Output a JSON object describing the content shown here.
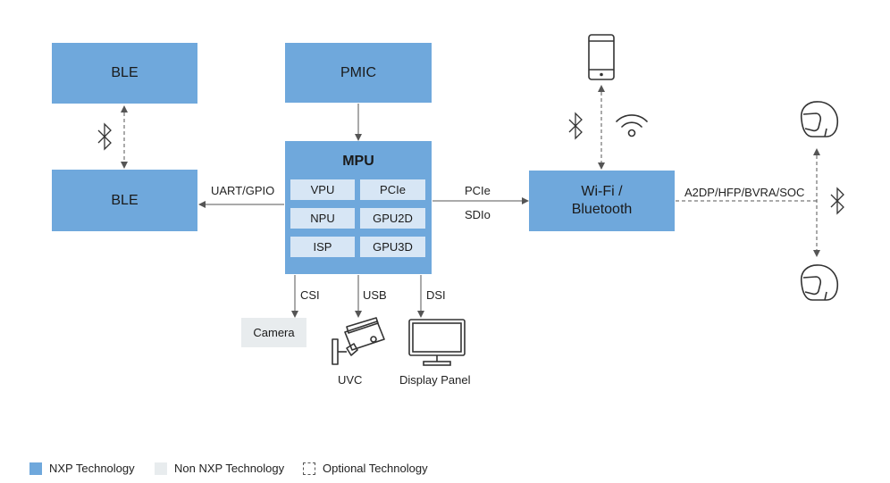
{
  "blocks": {
    "ble_top": "BLE",
    "ble_bottom": "BLE",
    "pmic": "PMIC",
    "mpu_title": "MPU",
    "wifi_line1": "Wi-Fi /",
    "wifi_line2": "Bluetooth",
    "camera": "Camera"
  },
  "mpu_cores": [
    "VPU",
    "PCIe",
    "NPU",
    "GPU2D",
    "ISP",
    "GPU3D"
  ],
  "links": {
    "uart_gpio": "UART/GPIO",
    "pcie": "PCIe",
    "sdio": "SDIo",
    "csi": "CSI",
    "usb": "USB",
    "dsi": "DSI",
    "a2dp": "A2DP/HFP/BVRA/SOC"
  },
  "devices": {
    "uvc": "UVC",
    "display_panel": "Display Panel"
  },
  "legend": {
    "nxp": "NXP Technology",
    "non_nxp": "Non NXP Technology",
    "optional": "Optional Technology"
  },
  "colors": {
    "nxp_blue": "#6fa8dc",
    "core_blue": "#d7e6f5",
    "non_nxp_grey": "#e8ecee"
  },
  "icons": [
    "bluetooth-icon",
    "smartphone-icon",
    "wifi-icon",
    "helmet-icon",
    "security-camera-icon",
    "monitor-icon"
  ]
}
